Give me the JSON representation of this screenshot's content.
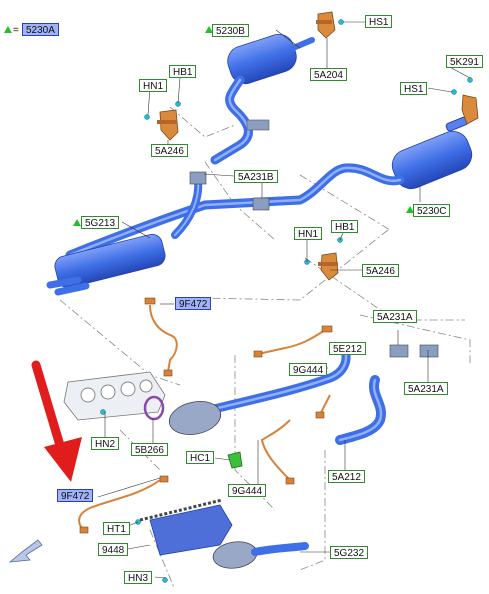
{
  "legend": {
    "part": "5230A",
    "symbol": "="
  },
  "labels": {
    "5230B": "5230B",
    "HS1_top": "HS1",
    "5A204": "5A204",
    "HN1_a": "HN1",
    "HB1_a": "HB1",
    "5A246_a": "5A246",
    "5K291": "5K291",
    "HS1_right": "HS1",
    "5A231B": "5A231B",
    "5230C": "5230C",
    "5G213": "5G213",
    "HN1_b": "HN1",
    "HB1_b": "HB1",
    "5A246_b": "5A246",
    "9F472_top": "9F472",
    "5E212": "5E212",
    "9G444_a": "9G444",
    "5A231A_top": "5A231A",
    "5A231A_bot": "5A231A",
    "HN2": "HN2",
    "5B266": "5B266",
    "HC1": "HC1",
    "9G444_b": "9G444",
    "5A212": "5A212",
    "9F472_bot": "9F472",
    "HT1": "HT1",
    "9448": "9448",
    "HN3": "HN3",
    "5G232": "5G232"
  },
  "colors": {
    "pipe_blue": "#3f6fe6",
    "pipe_dark": "#1f3fb0",
    "bracket_orange": "#d98a3a",
    "sensor_orange": "#d9823a",
    "clamp_grey": "#8a9fc0",
    "label_green": "#2e8b2e",
    "label_blue_fill": "#9fb3f5",
    "arrow_red": "#e11c1c",
    "legend_triangle": "#22c022"
  },
  "icons": [
    "red-pointer-arrow",
    "orientation-arrow-icon",
    "green-triangle-marker"
  ]
}
